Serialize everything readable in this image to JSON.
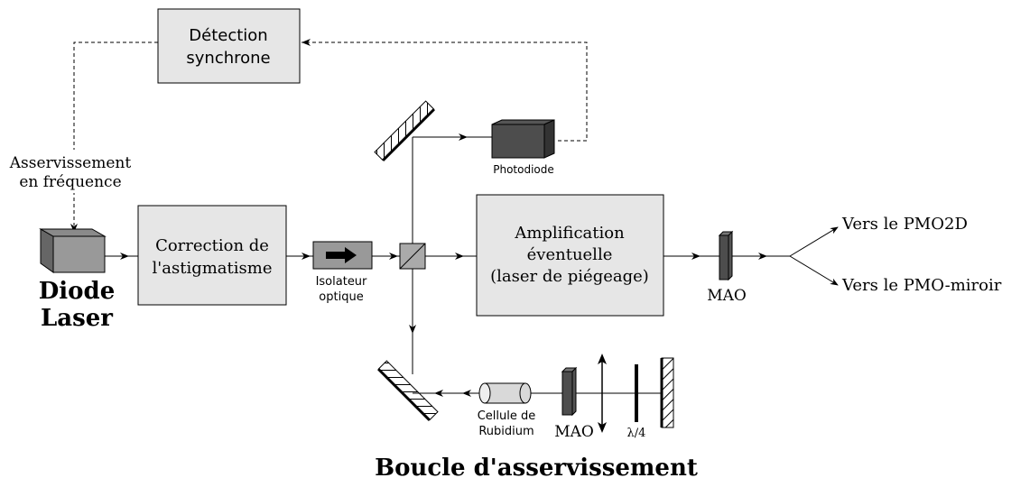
{
  "labels": {
    "detection_line1": "Détection",
    "detection_line2": "synchrone",
    "asserv_line1": "Asservissement",
    "asserv_line2": "en fréquence",
    "diode_line1": "Diode",
    "diode_line2": "Laser",
    "correction_line1": "Correction de",
    "correction_line2": "l'astigmatisme",
    "isolateur_line1": "Isolateur",
    "isolateur_line2": "optique",
    "photodiode": "Photodiode",
    "ampli_line1": "Amplification",
    "ampli_line2": "éventuelle",
    "ampli_line3": "(laser de piégeage)",
    "mao_top": "MAO",
    "mao_bottom": "MAO",
    "vers_pmo2d": "Vers le PMO2D",
    "vers_pmo_miroir": "Vers le PMO-miroir",
    "cellule_line1": "Cellule de",
    "cellule_line2": "Rubidium",
    "lambda4": "λ/4",
    "boucle": "Boucle d'asservissement"
  },
  "colors": {
    "box_fill": "#e6e6e6",
    "dark_component": "#4d4d4d",
    "mid_component": "#808080",
    "line": "#000000"
  }
}
